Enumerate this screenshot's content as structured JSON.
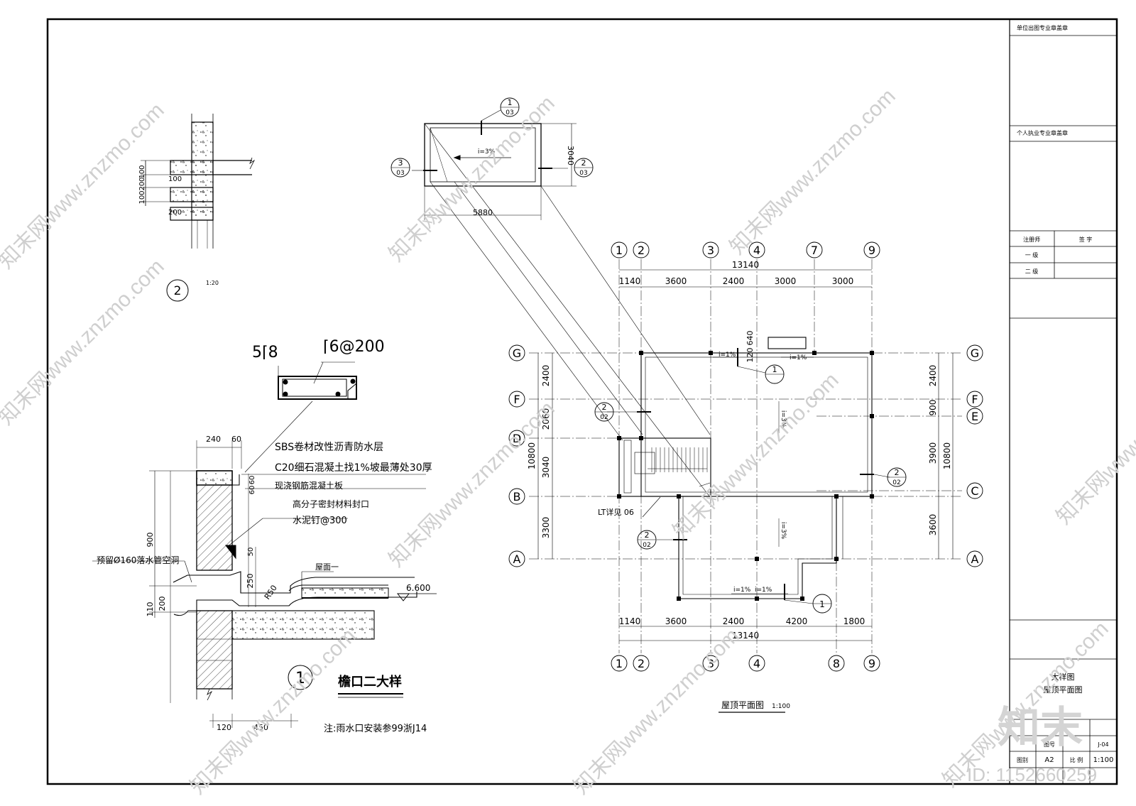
{
  "title_block": {
    "stamp_unit": "单位出图专业章盖章",
    "stamp_personal": "个人执业专业章盖章",
    "reg_header": "注册师",
    "sign_header": "签  字",
    "level_1": "一  级",
    "level_2": "二  级",
    "drawing_title_1": "大样图",
    "drawing_title_2": "屋顶平面图",
    "label_drawing_no": "图号",
    "drawing_no": "J-04",
    "label_size": "图别",
    "size_value": "A2",
    "label_scale": "比 例",
    "scale_value": "1:100"
  },
  "detail2": {
    "circle_num": "2",
    "scale": "1:20",
    "dims": [
      "100",
      "200",
      "100",
      "100",
      "200"
    ]
  },
  "detail1": {
    "title": "檐口二大样",
    "circle_num": "1",
    "rebar_main": "5⌈8",
    "rebar_stirrup": "⌈6@200",
    "layer_1": "SBS卷材改性沥青防水层",
    "layer_2": "C20细石混凝土找1%坡最薄处30厚",
    "layer_3": "现浇钢筋混凝土板",
    "seal": "高分子密封材料封口",
    "nail": "水泥钉@300",
    "pipe": "预留Ø160落水管空洞",
    "roof": "屋面一",
    "elev": "6.600",
    "r50": "R50",
    "dims_top": [
      "240",
      "60"
    ],
    "dims_side": [
      "900",
      "200",
      "110"
    ],
    "dims_inner": [
      "60",
      "60",
      "250",
      "50"
    ],
    "dims_bottom": [
      "120",
      "450"
    ],
    "note": "注:雨水口安装参99浙J14"
  },
  "detail_box": {
    "width": "5880",
    "height": "3040",
    "slope": "i=3%",
    "sec1_num": "1",
    "sec1_sheet": "03",
    "sec2_num": "2",
    "sec2_sheet": "03",
    "sec3_num": "3",
    "sec3_sheet": "03"
  },
  "roof_plan": {
    "title": "屋顶平面图",
    "scale": "1:100",
    "top_axes": [
      "1",
      "2",
      "3",
      "4",
      "7",
      "9"
    ],
    "bottom_axes": [
      "1",
      "2",
      "3",
      "4",
      "8",
      "9"
    ],
    "left_axes": [
      "G",
      "F",
      "D",
      "B",
      "A"
    ],
    "right_axes": [
      "G",
      "F",
      "E",
      "C",
      "A"
    ],
    "top_total": "13140",
    "top_dims": [
      "1140",
      "3600",
      "2400",
      "3000",
      "3000"
    ],
    "bottom_dims": [
      "1140",
      "3600",
      "2400",
      "4200",
      "1800"
    ],
    "bottom_total": "13140",
    "left_dims": [
      "2400",
      "2060",
      "3040",
      "3300"
    ],
    "left_total": "10800",
    "right_dims": [
      "2400",
      "900",
      "3900",
      "3600"
    ],
    "right_total": "10800",
    "slope_1": "i=1%",
    "slope_3": "i=3%",
    "lt_note": "LT详见 06",
    "dim_640": "640",
    "dim_120": "120",
    "sec_1": "1",
    "sec_2": "2",
    "sec_sheet_02": "02"
  },
  "watermark": {
    "text": "知末网www.znzmo.com",
    "logo": "知末",
    "id": "ID: 1152660259"
  }
}
